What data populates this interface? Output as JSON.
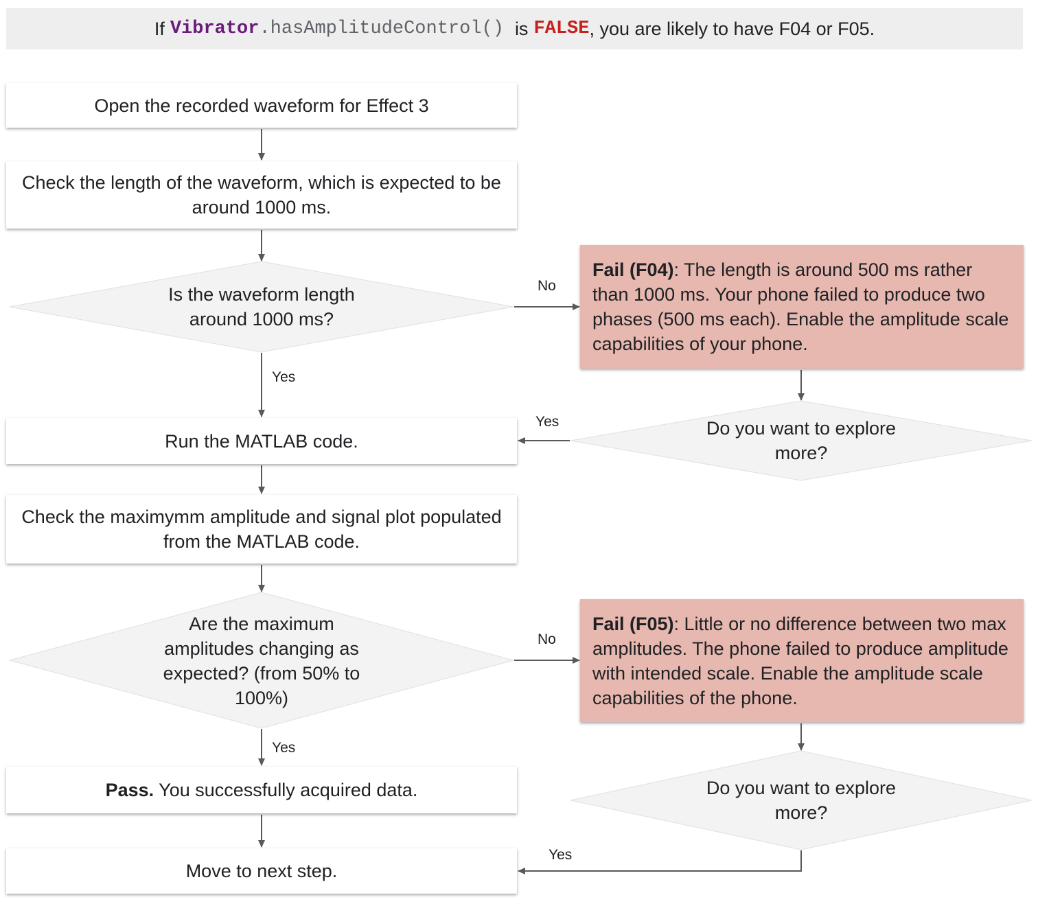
{
  "banner": {
    "prefix": "If",
    "class_name": "Vibrator",
    "method": ".hasAmplitudeControl()",
    "is_text": "is",
    "false_text": "FALSE",
    "suffix": ", you are likely to have F04 or F05."
  },
  "steps": {
    "open_waveform": "Open the recorded waveform for Effect 3",
    "check_length": "Check the length of the waveform, which is expected to be around 1000 ms.",
    "run_matlab": "Run the MATLAB code.",
    "check_amplitude": "Check the maximymm amplitude and signal plot populated from the MATLAB code.",
    "pass_bold": "Pass.",
    "pass_text": " You successfully acquired data.",
    "next_step": "Move to next step."
  },
  "decisions": {
    "length_question": "Is the waveform length around 1000 ms?",
    "amplitude_question": "Are the maximum amplitudes changing as expected? (from 50% to 100%)",
    "explore_1": "Do you want to explore more?",
    "explore_2": "Do you want to explore more?"
  },
  "failures": {
    "f04_bold": "Fail (F04)",
    "f04_text": ": The length is around 500 ms rather than 1000 ms. Your phone failed to produce two phases (500 ms each). Enable the amplitude scale capabilities of your phone.",
    "f05_bold": "Fail (F05)",
    "f05_text": ": Little or no difference between two max amplitudes. The phone failed to produce amplitude with intended scale. Enable the amplitude scale capabilities of the phone."
  },
  "edge_labels": {
    "no_1": "No",
    "yes_1": "Yes",
    "yes_explore_1": "Yes",
    "no_2": "No",
    "yes_2": "Yes",
    "yes_explore_2": "Yes"
  },
  "colors": {
    "fail_fill": "#e6b8af",
    "diamond_fill": "#f3f3f3",
    "banner_fill": "#eeeeee",
    "class_color": "#6a1b7a",
    "false_color": "#c5221f",
    "arrow_color": "#595959"
  }
}
